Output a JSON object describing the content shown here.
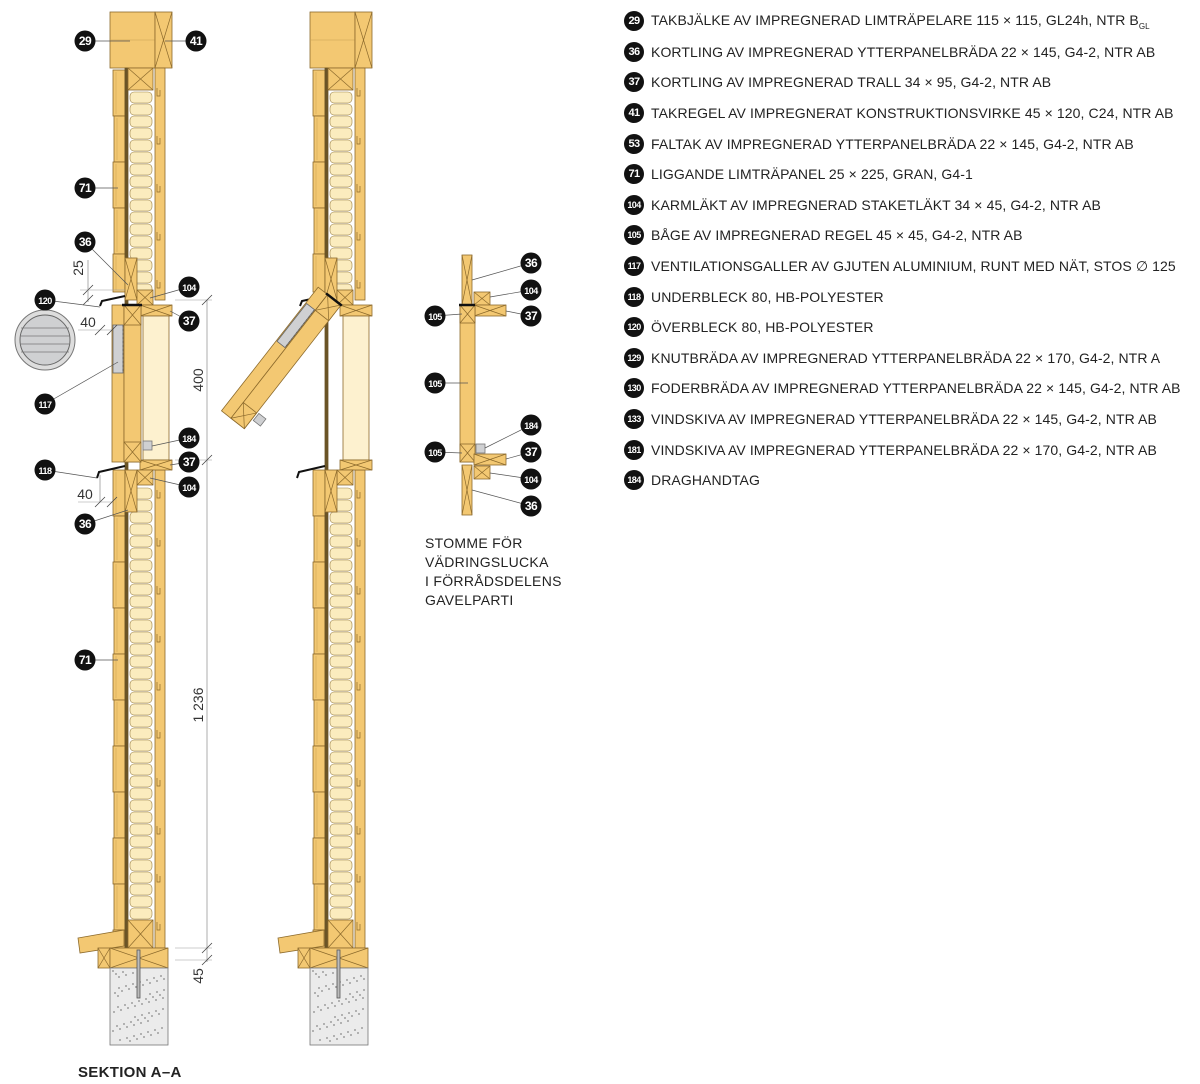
{
  "colors": {
    "wood": "#f3c872",
    "wood_line": "#8c6a2c",
    "insulation": "#fbecbe",
    "opening": "#fdf1cf",
    "concrete": "#ebebeb",
    "metal": "#cfd0d2",
    "ink": "#111111"
  },
  "title": "SEKTION A–A",
  "caption": [
    "STOMME FÖR",
    "VÄDRINGSLUCKA",
    "I FÖRRÅDSDELENS",
    "GAVELPARTI"
  ],
  "dimensions": {
    "d25": "25",
    "d40_top": "40",
    "d400": "400",
    "d40_bottom": "40",
    "d1236": "1 236",
    "d45": "45"
  },
  "callouts": {
    "left": [
      "29",
      "41",
      "71",
      "36",
      "120",
      "104",
      "37",
      "117",
      "184",
      "37",
      "118",
      "104",
      "36",
      "71"
    ],
    "detail": [
      "36",
      "104",
      "37",
      "105",
      "105",
      "184",
      "37",
      "105",
      "104",
      "36"
    ]
  },
  "legend": [
    {
      "num": "29",
      "text": "TAKBJÄLKE AV IMPREGNERAD LIMTRÄPELARE 115 × 115, GL24h, NTR B",
      "sub": "GL"
    },
    {
      "num": "36",
      "text": "KORTLING AV IMPREGNERAD YTTERPANELBRÄDA 22 × 145, G4-2, NTR AB"
    },
    {
      "num": "37",
      "text": "KORTLING AV IMPREGNERAD TRALL 34 × 95, G4-2, NTR AB"
    },
    {
      "num": "41",
      "text": "TAKREGEL AV IMPREGNERAT KONSTRUKTIONSVIRKE 45 × 120, C24, NTR AB"
    },
    {
      "num": "53",
      "text": "FALTAK AV IMPREGNERAD YTTERPANELBRÄDA 22 × 145, G4-2, NTR AB"
    },
    {
      "num": "71",
      "text": "LIGGANDE LIMTRÄPANEL 25 × 225, GRAN, G4-1"
    },
    {
      "num": "104",
      "text": "KARMLÄKT AV IMPREGNERAD STAKETLÄKT 34 × 45, G4-2, NTR AB"
    },
    {
      "num": "105",
      "text": "BÅGE AV IMPREGNERAD REGEL 45 × 45, G4-2, NTR AB"
    },
    {
      "num": "117",
      "text": "VENTILATIONSGALLER AV GJUTEN ALUMINIUM, RUNT MED NÄT, STOS ∅ 125"
    },
    {
      "num": "118",
      "text": "UNDERBLECK 80, HB-POLYESTER"
    },
    {
      "num": "120",
      "text": "ÖVERBLECK 80, HB-POLYESTER"
    },
    {
      "num": "129",
      "text": "KNUTBRÄDA AV IMPREGNERAD YTTERPANELBRÄDA 22 × 170, G4-2, NTR A"
    },
    {
      "num": "130",
      "text": "FODERBRÄDA AV IMPREGNERAD YTTERPANELBRÄDA 22 × 145, G4-2, NTR AB"
    },
    {
      "num": "133",
      "text": "VINDSKIVA AV IMPREGNERAD YTTERPANELBRÄDA 22 × 145, G4-2, NTR AB"
    },
    {
      "num": "181",
      "text": "VINDSKIVA AV IMPREGNERAD YTTERPANELBRÄDA 22 × 170, G4-2, NTR AB"
    },
    {
      "num": "184",
      "text": "DRAGHANDTAG"
    }
  ]
}
